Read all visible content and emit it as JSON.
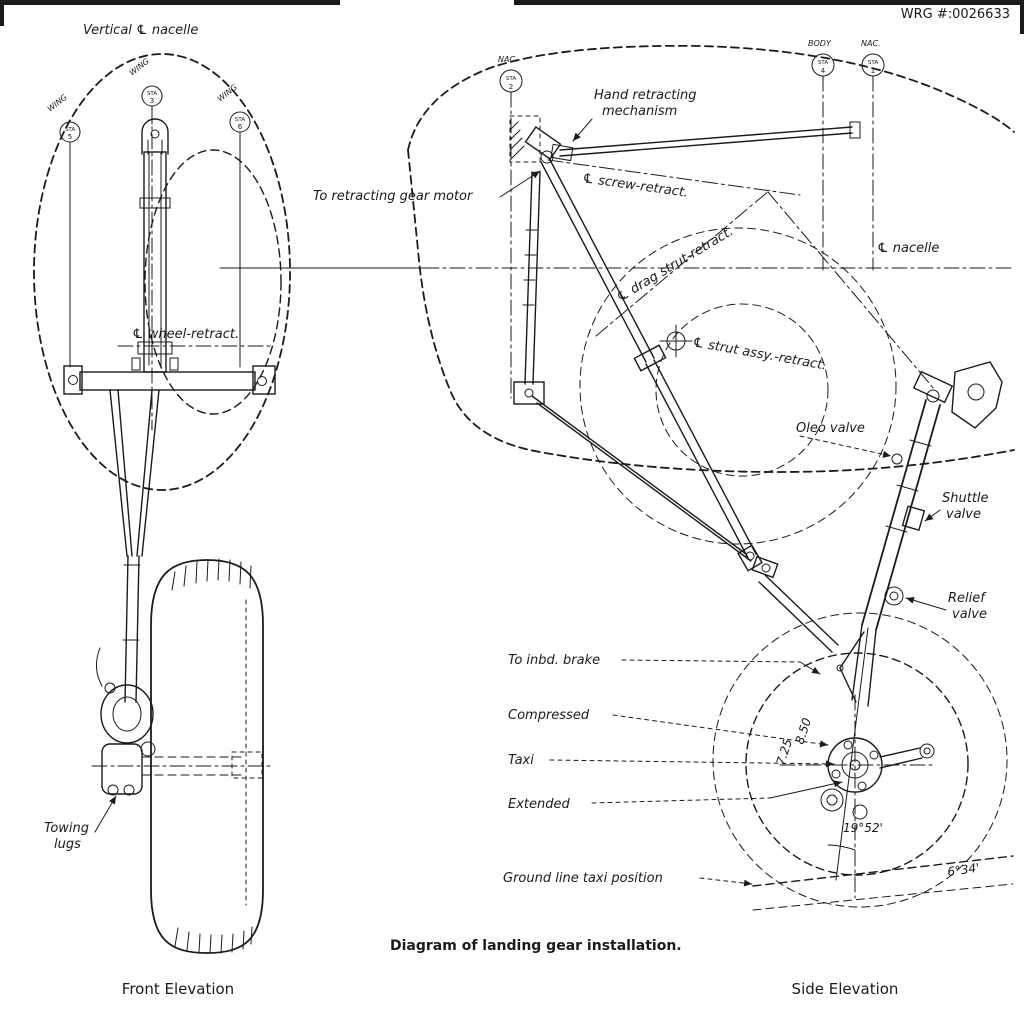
{
  "page": {
    "background": "#ffffff",
    "ink": "#1b1b1b"
  },
  "header": {
    "drawing_number": "WRG #:0026633"
  },
  "caption": "Diagram of landing gear installation.",
  "front_elevation": {
    "title": "Front Elevation",
    "vertical_centerline_label": "Vertical ℄ nacelle",
    "wheel_retract_label": "℄ wheel-retract.",
    "towing_lugs": {
      "line1": "Towing",
      "line2": "lugs"
    },
    "stations": [
      {
        "group": "WING",
        "sta": "STA",
        "num": "5"
      },
      {
        "group": "WING",
        "sta": "STA",
        "num": "3"
      },
      {
        "group": "WING",
        "sta": "STA",
        "num": "6"
      }
    ]
  },
  "side_elevation": {
    "title": "Side Elevation",
    "stations": [
      {
        "group": "NAC.",
        "sta": "STA",
        "num": "2"
      },
      {
        "group": "BODY",
        "sta": "STA",
        "num": "4"
      },
      {
        "group": "NAC.",
        "sta": "STA",
        "num": "1"
      }
    ],
    "labels": {
      "hand_retracting": {
        "line1": "Hand retracting",
        "line2": "mechanism"
      },
      "retracting_gear_motor": "To retracting gear motor",
      "screw_retract": "℄ screw-retract.",
      "drag_strut_retract": "℄ drag strut-retract.",
      "strut_assy_retract": "℄ strut assy.-retract.",
      "nacelle_centerline": "℄ nacelle",
      "oleo_valve": "Oleo valve",
      "shuttle_valve": {
        "line1": "Shuttle",
        "line2": "valve"
      },
      "relief_valve": {
        "line1": "Relief",
        "line2": "valve"
      },
      "to_inbd_brake": "To inbd. brake",
      "compressed": "Compressed",
      "taxi": "Taxi",
      "extended": "Extended",
      "ground_line_taxi": "Ground line taxi position"
    },
    "dimensions": {
      "radius_850": "8.50",
      "radius_725": "7.25",
      "angle_strut": "19°52'",
      "angle_ground": "6°34'"
    }
  }
}
